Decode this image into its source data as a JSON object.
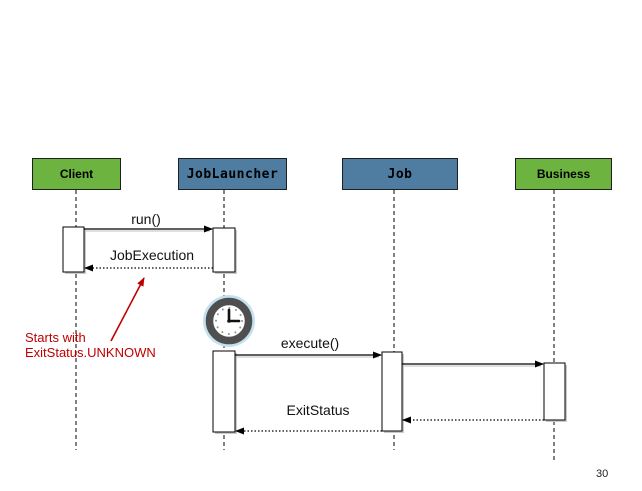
{
  "page": {
    "number": "30"
  },
  "colors": {
    "participant-green": "#6CB33F",
    "participant-blue": "#4E7DA1",
    "box-border": "#1f1f1f",
    "annotation-red": "#C00000",
    "line-black": "#000000",
    "lifeline-gray": "#2e2e2e",
    "shadow-gray": "#c9c9c9",
    "clock-ring": "#4f4f4f",
    "clock-glow": "#c3e1f0"
  },
  "participants": [
    {
      "label": "Client",
      "style": "green"
    },
    {
      "label": "JobLauncher",
      "style": "blue"
    },
    {
      "label": "Job",
      "style": "blue"
    },
    {
      "label": "Business",
      "style": "green"
    }
  ],
  "messages": [
    {
      "label": "run()",
      "from": "Client",
      "to": "JobLauncher",
      "kind": "call"
    },
    {
      "label": "JobExecution",
      "from": "JobLauncher",
      "to": "Client",
      "kind": "return"
    },
    {
      "label": "execute()",
      "from": "JobLauncher",
      "to": "Job",
      "kind": "call"
    },
    {
      "label": "",
      "from": "Job",
      "to": "Business",
      "kind": "call"
    },
    {
      "label": "",
      "from": "Business",
      "to": "Job",
      "kind": "return"
    },
    {
      "label": "ExitStatus",
      "from": "Job",
      "to": "JobLauncher",
      "kind": "return"
    }
  ],
  "annotation": {
    "line1": "Starts with",
    "line2": "ExitStatus.UNKNOWN"
  },
  "icons": {
    "clock": "clock-icon"
  }
}
